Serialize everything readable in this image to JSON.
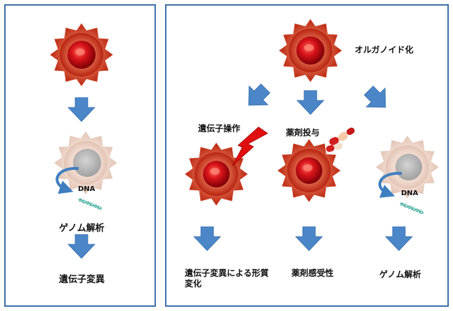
{
  "left_panel": {
    "cell_label_dna": "DNA",
    "genome_label": "ゲノム解析",
    "result_label": "遺伝子変異"
  },
  "right_panel": {
    "organoid_label": "オルガノイド化",
    "gene_manipulation_label": "遺伝子操作",
    "drug_administration_label": "薬剤投与",
    "cell_label_dna": "DNA",
    "outcomes": {
      "phenotype": "遺伝子変異による形質変化",
      "drug_sensitivity": "薬剤感受性",
      "genome": "ゲノム解析"
    }
  },
  "colors": {
    "panel_border": "#3d6fa8",
    "arrow_blue": "#4a86c8",
    "cell_red": "#c42a14",
    "nucleus_red": "#b8070a",
    "faded_cell": "#efd8cc",
    "nucleus_gray": "#b7b7b7",
    "lightning_red": "#e01010",
    "dna_teal": "#2f9a8f"
  }
}
